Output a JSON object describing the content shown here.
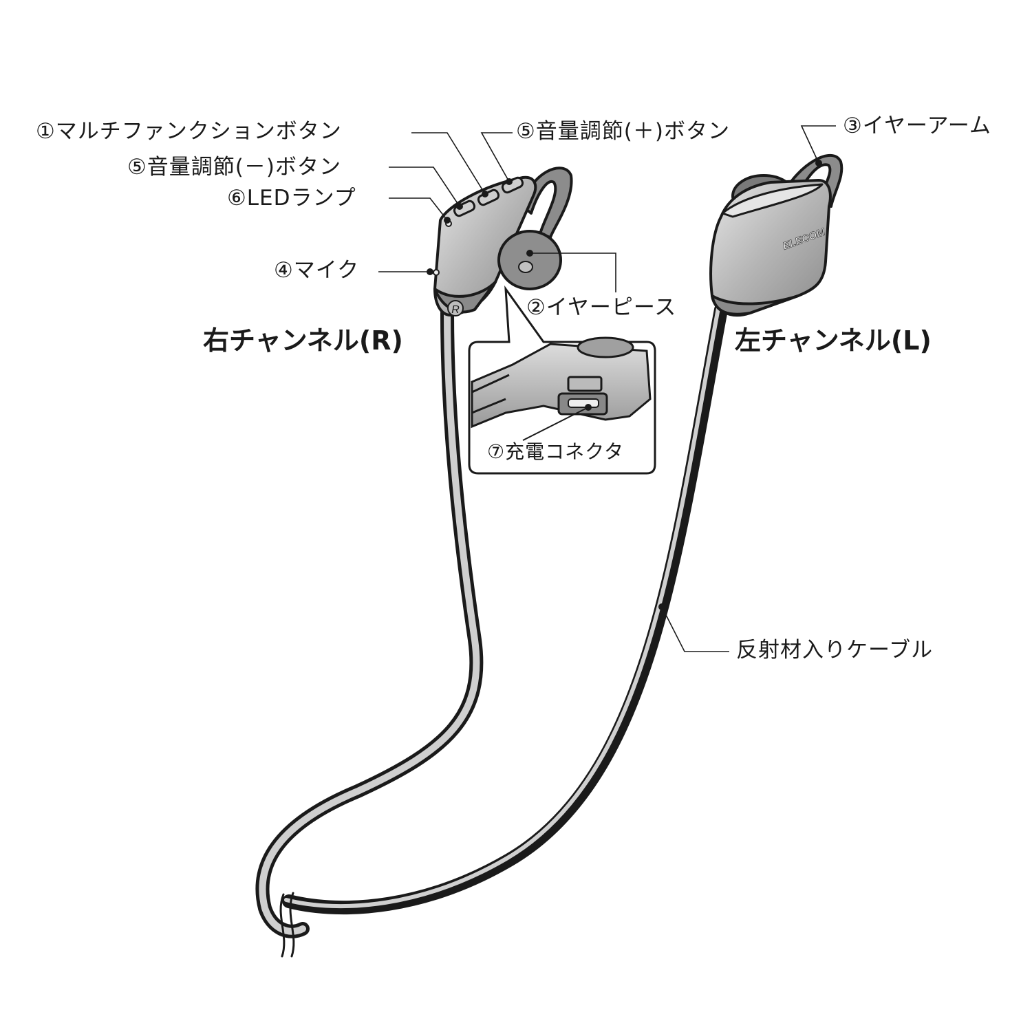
{
  "labels": {
    "multifunction_button": "①マルチファンクションボタン",
    "volume_down_button": "⑤音量調節(－)ボタン",
    "led_lamp": "⑥LEDランプ",
    "mic": "④マイク",
    "volume_up_button": "⑤音量調節(＋)ボタン",
    "ear_arm": "③イヤーアーム",
    "ear_piece": "②イヤーピース",
    "charging_connector": "⑦充電コネクタ",
    "reflective_cable": "反射材入りケーブル"
  },
  "channels": {
    "right": "右チャンネル(R)",
    "left": "左チャンネル(L)"
  },
  "logo": "ELECOM",
  "right_mark": "R",
  "colors": {
    "line": "#1a1a1a",
    "body": "#a9a9a9",
    "dark": "#6e6e6e",
    "light": "#d8d8d8"
  }
}
